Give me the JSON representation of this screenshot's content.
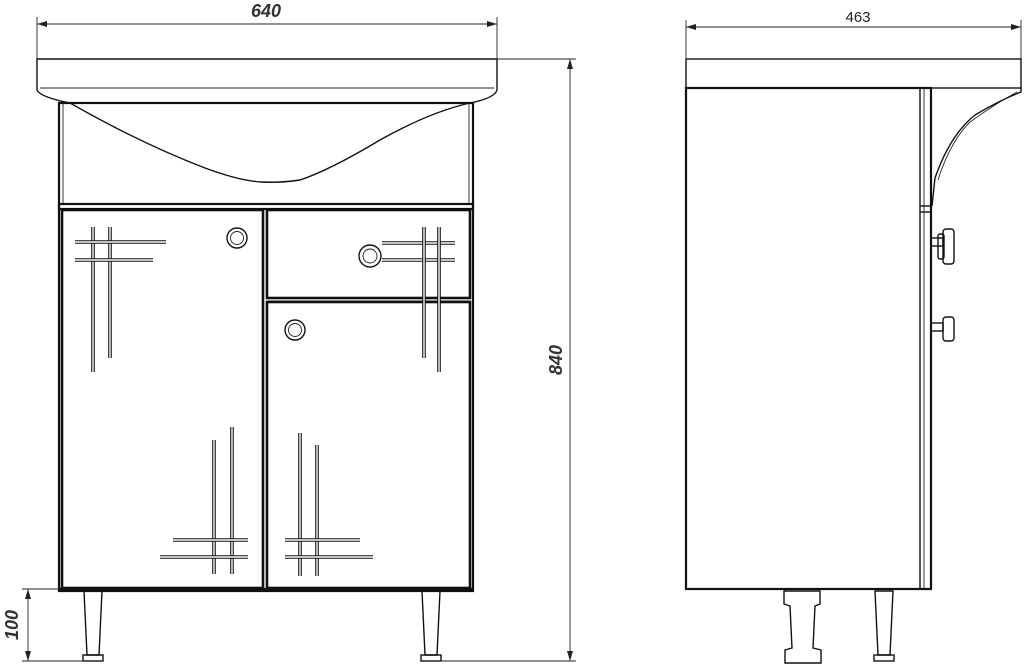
{
  "dimensions": {
    "front_width": "640",
    "side_depth": "463",
    "total_height": "840",
    "leg_height": "100"
  },
  "views": [
    {
      "name": "front-view",
      "components": [
        "washbasin",
        "open-shelf",
        "left-door",
        "drawer",
        "right-door",
        "legs",
        "knobs"
      ]
    },
    {
      "name": "side-view",
      "components": [
        "washbasin-side",
        "cabinet-side",
        "knobs-side",
        "legs-side"
      ]
    }
  ],
  "colors": {
    "line": "#111111",
    "dimension_text": "#333333",
    "background": "#ffffff"
  }
}
